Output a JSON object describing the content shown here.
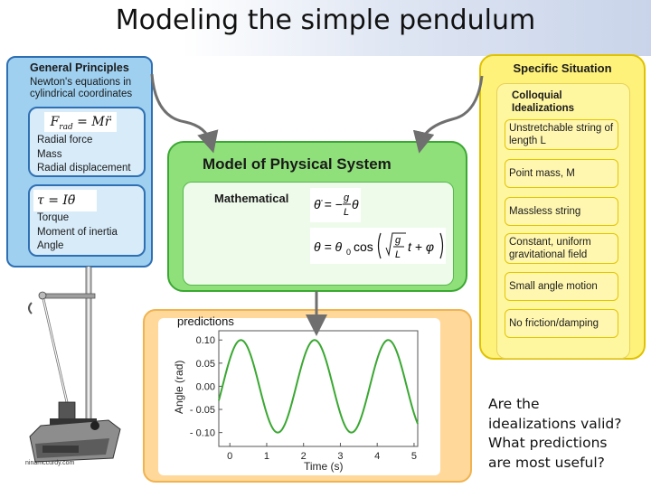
{
  "slide": {
    "title": "Modeling the simple pendulum"
  },
  "general_principles": {
    "header": "General Principles",
    "subheader": "Newton's equations in cylindrical coordinates",
    "radial": {
      "equation": "F_rad = M r̈",
      "lines": [
        "Radial force",
        "Mass",
        "Radial displacement"
      ]
    },
    "torque": {
      "equation": "τ = I θ̈",
      "lines": [
        "Torque",
        "Moment of inertia",
        "Angle"
      ]
    }
  },
  "specific_situation": {
    "header": "Specific Situation",
    "subheader_line1": "Colloquial",
    "subheader_line2": "Idealizations",
    "items": [
      "Unstretchable string of length L",
      "Point mass, M",
      "Massless string",
      "Constant, uniform gravitational field",
      "Small angle motion",
      "No friction/damping"
    ]
  },
  "model": {
    "header": "Model of Physical System",
    "label": "Mathematical",
    "equation1": "θ̈ = −(g/L) θ",
    "equation2": "θ = θ₀ cos(√(g/L) t + φ)"
  },
  "predictions": {
    "label": "predictions"
  },
  "chart_data": {
    "type": "line",
    "title": "",
    "xlabel": "Time (s)",
    "ylabel": "Angle (rad)",
    "xlim": [
      -0.3,
      5.1
    ],
    "ylim": [
      -0.13,
      0.12
    ],
    "xticks": [
      "0",
      "1",
      "2",
      "3",
      "4",
      "5"
    ],
    "yticks": [
      "0.10",
      "0.05",
      "0.00",
      "- 0.05",
      "- 0.10"
    ],
    "series": [
      {
        "amplitude": 0.1,
        "period_s": 2.0,
        "phase_peak_s": 0.3,
        "color": "#3aa832"
      }
    ]
  },
  "question": {
    "lines": [
      "Are the",
      "idealizations valid?",
      "What predictions",
      "are most useful?"
    ]
  },
  "photo": {
    "credit": "ninamccurdy.com"
  },
  "colors": {
    "blue_panel": "#9fd0f0",
    "yellow_panel": "#fff27a",
    "green_panel": "#8fe07a",
    "orange_panel": "#ffd89a",
    "arrow": "#6f6f6f"
  }
}
